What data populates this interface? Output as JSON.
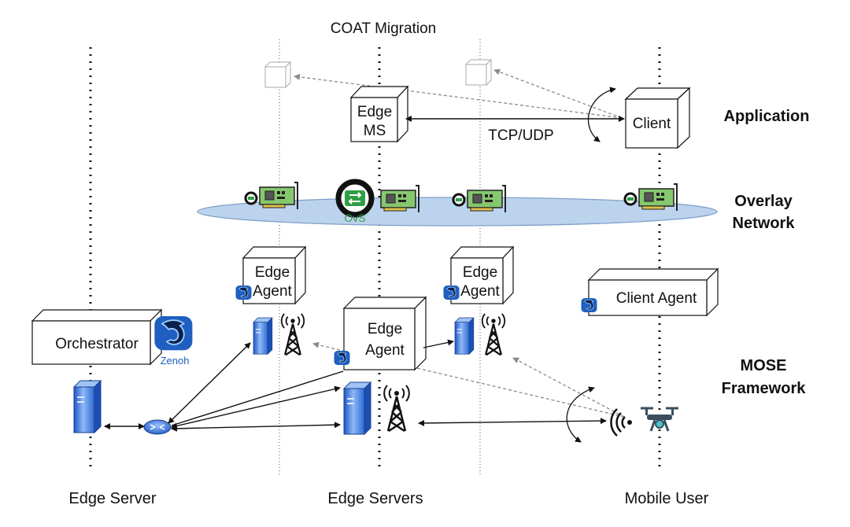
{
  "title": "COAT Migration",
  "layers": {
    "application": "Application",
    "overlay_line1": "Overlay",
    "overlay_line2": "Network",
    "mose_line1": "MOSE",
    "mose_line2": "Framework"
  },
  "columns": {
    "edge_server": "Edge Server",
    "edge_servers": "Edge Servers",
    "mobile_user": "Mobile User"
  },
  "app": {
    "edge_ms_line1": "Edge",
    "edge_ms_line2": "MS",
    "client": "Client",
    "protocol": "TCP/UDP"
  },
  "ovs_label": "OvS",
  "agents": {
    "edge_agent_line1": "Edge",
    "edge_agent_line2": "Agent",
    "client_agent": "Client Agent",
    "orchestrator": "Orchestrator"
  },
  "zenoh_label": "Zenoh",
  "colors": {
    "ellipse_fill": "#bcd3ee",
    "ellipse_stroke": "#7f9fc8",
    "server_blue": "#2f6fd6",
    "zenoh_blue": "#1f5fbf",
    "nic_green": "#7ec56a",
    "ovs_green": "#2f9e45",
    "dashed_gray": "#8a8a8a"
  },
  "icons": [
    "server-icon",
    "router-icon",
    "antenna-tower-icon",
    "drone-icon",
    "nic-card-icon",
    "ovs-icon",
    "zenoh-dragon-icon",
    "wireless-signal-icon"
  ]
}
